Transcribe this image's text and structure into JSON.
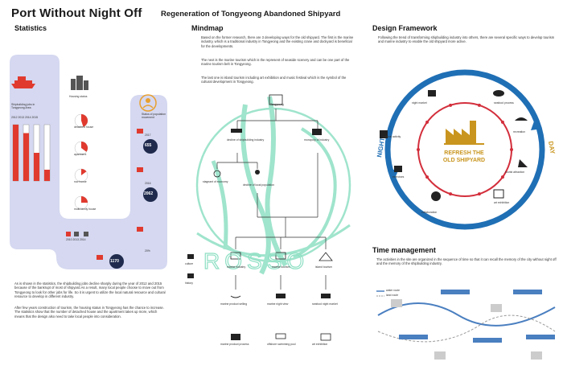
{
  "header": {
    "title": "Port Without Night Off",
    "subtitle": "Regeneration of Tongyeong Abandoned Shipyard"
  },
  "statistics": {
    "heading": "Statistics",
    "shipbuilding_jobs_label": "Shipbuilding jobs in Tongyeong Area",
    "years": [
      "2012",
      "2013",
      "2014",
      "2015"
    ],
    "housing_label": "Housing status",
    "housing_items": [
      "detached house",
      "apartment",
      "row house",
      "multi-family house"
    ],
    "housing_years": [
      "2010",
      "2013",
      "2014"
    ],
    "population_label": "Status of population movement",
    "population_values": [
      "655",
      "2062",
      "1170"
    ],
    "population_year_2017": "2017",
    "population_year_2016": "2016",
    "pct_label": "20%",
    "body_1": "As is shown in the statistics, the shipbuilding jobs decline sharply during the year of 2012 and 2015 because of the bankrupt of most of shipyard.As a result, many local people choose to move out from Tongyeong to look for other jobs for life. So it is urgent to utilize the local natural resource and cultural resource to develop in different industry.",
    "body_2": "After few years construction of tourism, the housing status in Tongyeong has the chance to increase. The statistics show that the number of detached house and the apartment takes up more, which means that the design also need to take local people into consideration."
  },
  "mindmap": {
    "heading": "Mindmap",
    "intro_1": "Based on the former research, there are 3 developing ways for the old shipyard. The first is the marine industry, which is a traditional industry in Tongyeong and the existing crane and dockyard is beneficial for the developments.",
    "intro_2": "The next is the marine tourism which is the represent of seaside scenery and can be one part of the marine tourism belt in Tongyeong.",
    "intro_3": "The last one is island tourism including art exhibition and music festival which is the symbol of the cultural development in Tongyeong.",
    "root": "Tongyeong",
    "decline_ship": "decline of shipbuilding industry",
    "monopoly": "monopoly of industry",
    "stagnant": "stagnant of economy",
    "decline_pop": "decline of local population",
    "culture": "culture",
    "history": "history",
    "branches": [
      "marine industry",
      "marine tourism",
      "island tourism"
    ],
    "leaves": [
      "marine product selling",
      "marine night view",
      "seafood night market",
      "marine product process",
      "offshore swimming pool",
      "art exhibition"
    ],
    "watermark": "ROSSO"
  },
  "design_framework": {
    "heading": "Design Framework",
    "intro": "Following the trend of transforming shipbuilding industry into others, there are several specific ways to develop tourism and marine industry to enable the old shipyard more active.",
    "center_line1": "REFRESH THE",
    "center_line2": "OLD SHIPYARD",
    "nodes": [
      "night market",
      "seafood process",
      "recreation",
      "tourist attraction",
      "art exhibition",
      "collaboration",
      "exercises",
      "cultural activity"
    ],
    "night_label": "NIGHT",
    "day_label": "DAY"
  },
  "time_management": {
    "heading": "Time management",
    "intro": "The activities in the site are organized in the sequence of time so that it can recall the memory of the city without night off and the memory of the shipbuilding industry.",
    "legend_1": "water route",
    "legend_2": "land route"
  },
  "colors": {
    "stats_panel": "#d5d8f0",
    "stats_bar_red": "#e03a2f",
    "navy": "#1f2a4d",
    "mint": "#8fe0c4",
    "ring_red": "#d32f3c",
    "ring_blue": "#1f6fb5",
    "gold": "#c9951e",
    "time_blue": "#4a7fc0"
  }
}
